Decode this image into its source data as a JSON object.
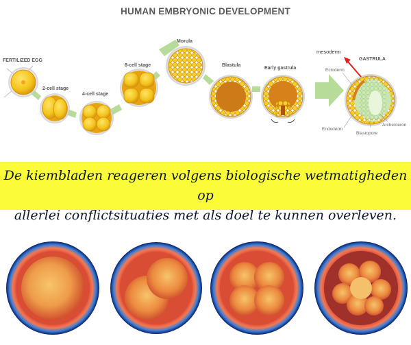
{
  "title": "HUMAN EMBRYONIC DEVELOPMENT",
  "stages": {
    "fertilized_egg": "FERTILIZED EGG",
    "two_cell": "2-cell stage",
    "four_cell": "4-cell stage",
    "eight_cell": "8-cell stage",
    "morula": "Morula",
    "blastula": "Blastula",
    "early_gastrula": "Early gastrula",
    "gastrula": "GASTRULA"
  },
  "gastrula_labels": {
    "mesoderm": "mesoderm",
    "ectoderm": "Ectoderm",
    "endoderm": "Endoderm",
    "archenteron": "Archenteron",
    "blastopore": "Blastopore"
  },
  "caption": {
    "line1": "De kiembladen reageren volgens biologische wetmatigheden op",
    "line2": "allerlei conflictsituaties met als doel te kunnen overleven."
  },
  "colors": {
    "caption_bg": "#fbfb3a",
    "cell_yellow": "#f3c419",
    "cell_orange": "#e49a12",
    "arrow_green": "#b7dc9a",
    "mesoderm_arrow": "#e0201c"
  }
}
